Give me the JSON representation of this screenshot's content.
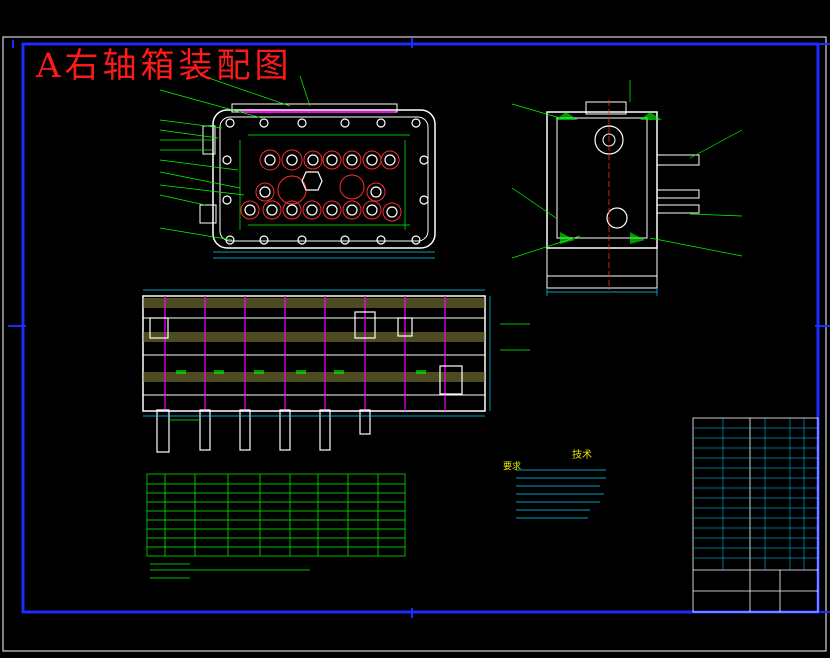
{
  "title": "A右轴箱装配图",
  "tech_title": "技术",
  "requirements_label": "要求",
  "colors": {
    "background": "#000000",
    "frame": "#1a2cff",
    "outline": "#ffffff",
    "centerline": "#ff2a2a",
    "leader": "#00ff00",
    "dimension": "#00d7ff",
    "text_yellow": "#e6e600",
    "title_red": "#ff1a1a",
    "hidden": "#ff00ff"
  },
  "views": [
    "top-view",
    "side-view",
    "section-view",
    "bom-table",
    "technical-requirements",
    "title-block"
  ]
}
